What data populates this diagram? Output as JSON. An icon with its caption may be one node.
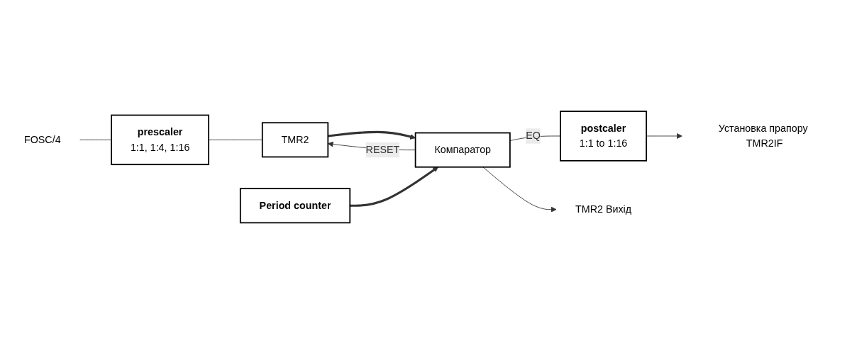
{
  "diagram": {
    "nodes": [
      {
        "text": [
          "FOSC/4"
        ]
      },
      {
        "text": [
          "prescaler",
          "1:1, 1:4, 1:16"
        ]
      },
      {
        "text": [
          "TMR2"
        ]
      },
      {
        "text": [
          "Компаратор"
        ]
      },
      {
        "text": [
          "Period counter"
        ]
      },
      {
        "text": [
          "postcaler",
          "1:1 to 1:16"
        ]
      },
      {
        "text": [
          "TMR2 Вихід"
        ]
      },
      {
        "text": [
          "Установка прапору TMR2IF"
        ]
      }
    ],
    "edges": [
      {
        "from": 0,
        "to": 1,
        "arrow": "none"
      },
      {
        "from": 1,
        "to": 2,
        "arrow": "none"
      },
      {
        "from": 2,
        "to": 3,
        "arrow": "to",
        "style": "thick"
      },
      {
        "from": 4,
        "to": 3,
        "arrow": "to",
        "style": "thick"
      },
      {
        "from": 3,
        "to": 5,
        "arrow": "none",
        "label": "EQ"
      },
      {
        "from": 3,
        "to": 2,
        "arrow": "to",
        "label": "RESET"
      },
      {
        "from": 3,
        "to": 6,
        "arrow": "to"
      },
      {
        "from": 5,
        "to": 7,
        "arrow": "to"
      }
    ]
  }
}
